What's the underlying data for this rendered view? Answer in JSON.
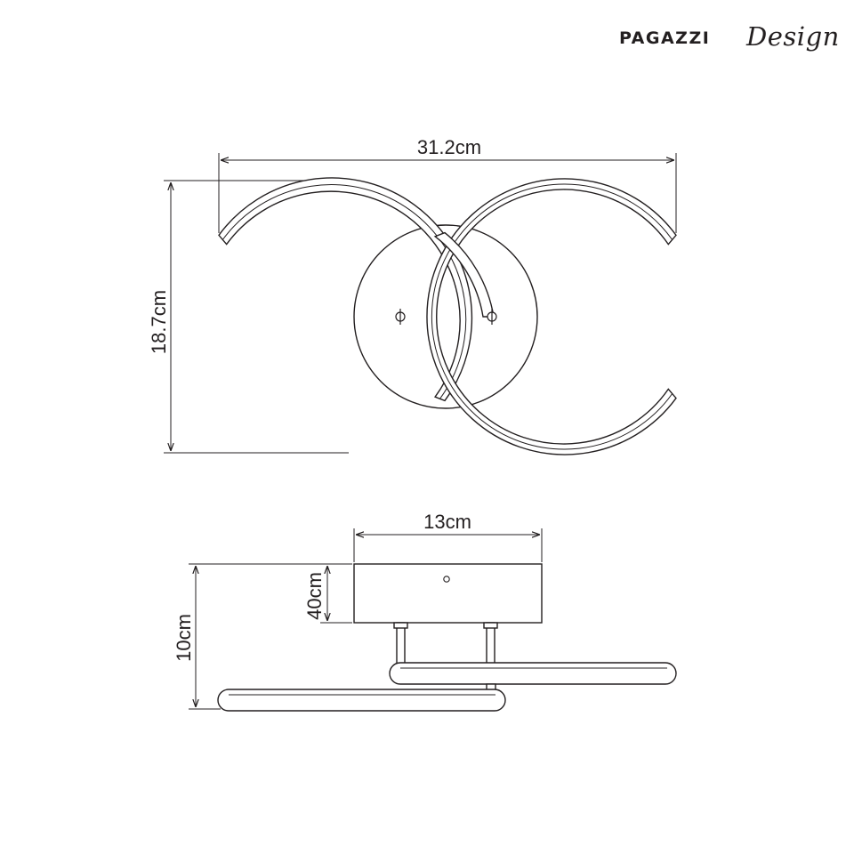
{
  "brand": {
    "name": "PAGAZZI",
    "script": "Design"
  },
  "dimensions": {
    "width": "31.2cm",
    "height": "18.7cm",
    "base_diameter": "13cm",
    "base_height": "40cm",
    "total_height": "10cm"
  },
  "colors": {
    "line": "#231f20",
    "background": "#ffffff"
  }
}
